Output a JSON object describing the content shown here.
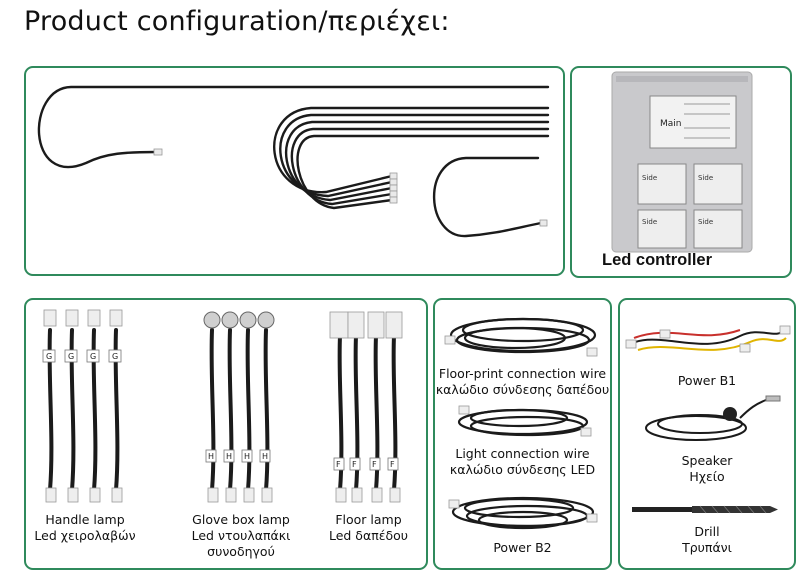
{
  "page_title": "Product configuration/περιέχει:",
  "wires_panel": {
    "items": [
      "main-wire",
      "five-wire-bundle",
      "short-wire"
    ]
  },
  "controller_panel": {
    "caption": "Led controller",
    "box_labels": {
      "main": "Main",
      "side": "Side"
    }
  },
  "lamps_panel": {
    "items": [
      {
        "line1": "Handle lamp",
        "line2": "Led χειρολαβών",
        "tag": "G"
      },
      {
        "line1": "Glove box lamp",
        "line2": "Led ντουλαπάκι",
        "line3": "συνοδηγού",
        "tag": "H"
      },
      {
        "line1": "Floor lamp",
        "line2": "Led δαπέδου",
        "tag": "F"
      }
    ]
  },
  "wires_harness_panel": {
    "items": [
      {
        "line1": "Floor-print connection wire",
        "line2": "καλώδιο σύνδεσης δαπέδου"
      },
      {
        "line1": "Light connection wire",
        "line2": "καλώδιο σύνδεσης LED"
      },
      {
        "line1": "Power B2"
      }
    ]
  },
  "accessories_panel": {
    "items": [
      {
        "line1": "Power B1"
      },
      {
        "line1": "Speaker",
        "line2": "Ηχείο"
      },
      {
        "line1": "Drill",
        "line2": "Τρυπάνι"
      }
    ]
  },
  "colors": {
    "panel_border": "#2f8a5c",
    "wire": "#1b1b1b",
    "connector": "#e9e9e9",
    "bag": "#c9c9cc"
  }
}
